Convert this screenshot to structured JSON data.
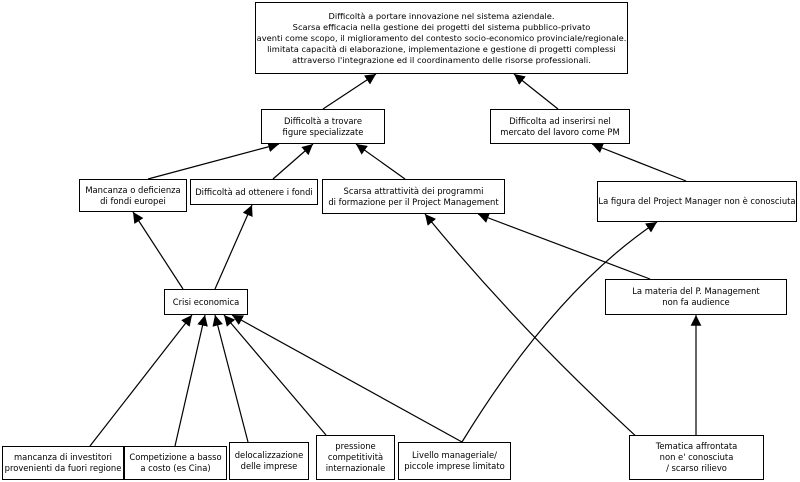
{
  "nodes": {
    "root": "Difficoltà a portare innovazione nel sistema aziendale.\nScarsa efficacia nella gestione dei progetti del sistema pubblico-privato\naventi come scopo, il miglioramento del contesto socio-economico provinciale/regionale.\nlimitata capacità di elaborazione, implementazione e gestione di progetti complessi\nattraverso l'integrazione ed il coordinamento delle risorse professionali.",
    "figure_specializzate": "Difficoltà a trovare\nfigure specializzate",
    "mercato_lavoro_pm": "Difficolta ad inserirsi nel\nmercato del lavoro come PM",
    "fondi_europei": "Mancanza o deficienza\ndi fondi europei",
    "ottenere_fondi": "Difficoltà ad ottenere i fondi",
    "programmi_formazione": "Scarsa attrattività dei programmi\ndi formazione per il Project Management",
    "figura_pm": "La figura del Project Manager non è conosciuta",
    "crisi_economica": "Crisi economica",
    "materia_pm": "La materia del P. Management\nnon fa audience",
    "investitori": "mancanza di investitori\nprovenienti da fuori regione",
    "competizione": "Competizione a basso\na costo (es Cina)",
    "delocalizzazione": "delocalizzazione\ndelle imprese",
    "pressione": "pressione\ncompetitività\ninternazionale",
    "livello_manageriale": "Livello manageriale/\npiccole imprese limitato",
    "tematica": "Tematica affrontata\nnon e' conosciuta\n/ scarso rilievo"
  },
  "edges": [
    {
      "from": "figure_specializzate",
      "to": "root"
    },
    {
      "from": "mercato_lavoro_pm",
      "to": "root"
    },
    {
      "from": "fondi_europei",
      "to": "figure_specializzate"
    },
    {
      "from": "ottenere_fondi",
      "to": "figure_specializzate"
    },
    {
      "from": "programmi_formazione",
      "to": "figure_specializzate"
    },
    {
      "from": "figura_pm",
      "to": "mercato_lavoro_pm"
    },
    {
      "from": "crisi_economica",
      "to": "fondi_europei"
    },
    {
      "from": "crisi_economica",
      "to": "ottenere_fondi"
    },
    {
      "from": "investitori",
      "to": "crisi_economica"
    },
    {
      "from": "competizione",
      "to": "crisi_economica"
    },
    {
      "from": "delocalizzazione",
      "to": "crisi_economica"
    },
    {
      "from": "pressione",
      "to": "crisi_economica"
    },
    {
      "from": "livello_manageriale",
      "to": "crisi_economica"
    },
    {
      "from": "livello_manageriale",
      "to": "figura_pm"
    },
    {
      "from": "materia_pm",
      "to": "programmi_formazione"
    },
    {
      "from": "tematica",
      "to": "materia_pm"
    },
    {
      "from": "tematica",
      "to": "programmi_formazione"
    }
  ]
}
